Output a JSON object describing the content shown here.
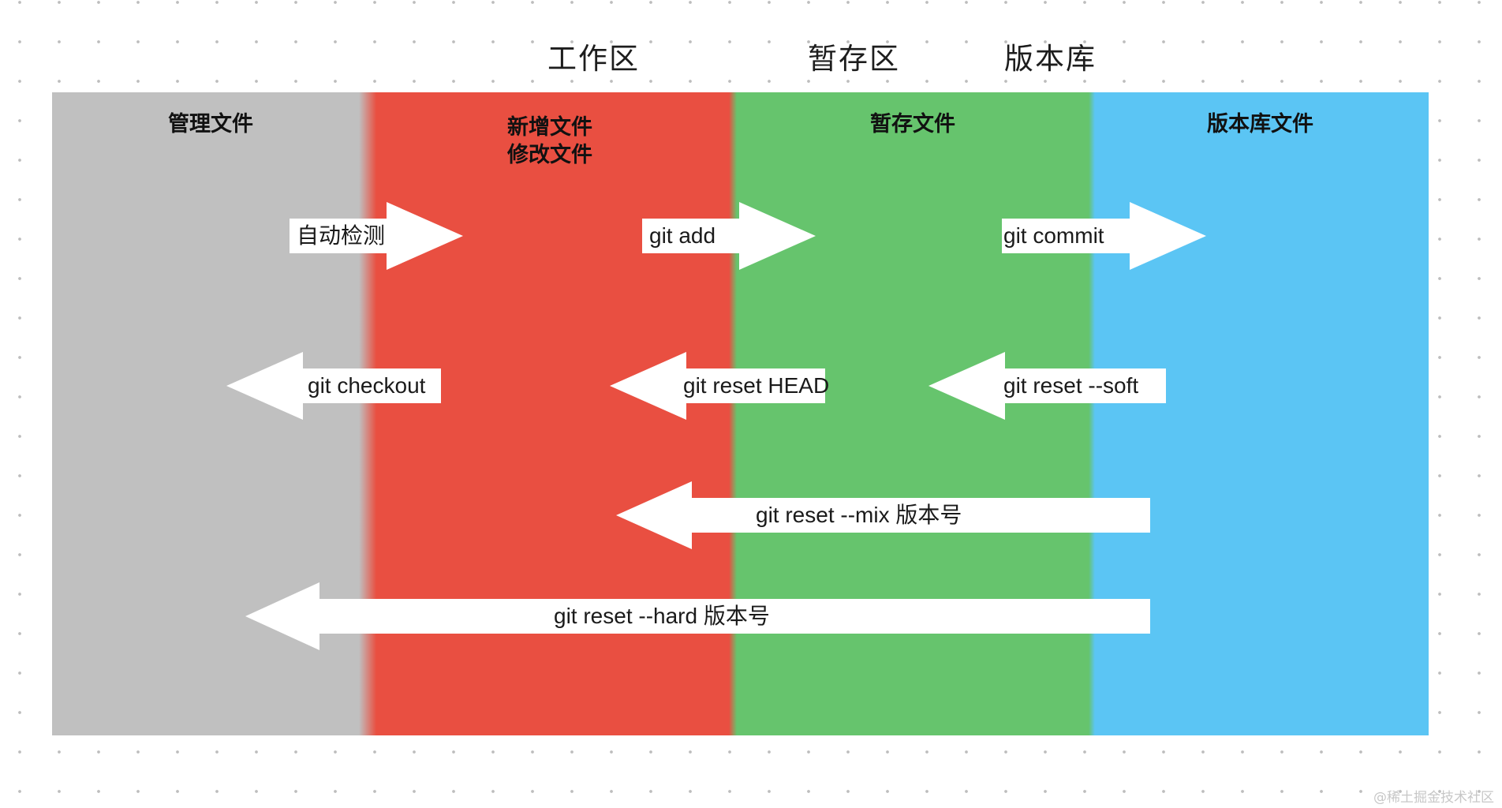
{
  "headings": {
    "workspace": "工作区",
    "staging": "暂存区",
    "repository": "版本库"
  },
  "zones": {
    "managed": {
      "label": "管理文件",
      "color": "#c0c0c0"
    },
    "changed": {
      "label_line1": "新增文件",
      "label_line2": "修改文件",
      "color": "#e94f41"
    },
    "staged": {
      "label": "暂存文件",
      "color": "#66c46d"
    },
    "committed": {
      "label": "版本库文件",
      "color": "#5bc5f4"
    }
  },
  "arrows": {
    "auto_detect": "自动检测",
    "git_add": "git add",
    "git_commit": "git commit",
    "git_checkout": "git checkout",
    "git_reset_head": "git reset HEAD",
    "git_reset_soft": "git reset --soft",
    "git_reset_mix": "git reset --mix 版本号",
    "git_reset_hard": "git reset --hard 版本号"
  },
  "watermark": "@稀土掘金技术社区"
}
